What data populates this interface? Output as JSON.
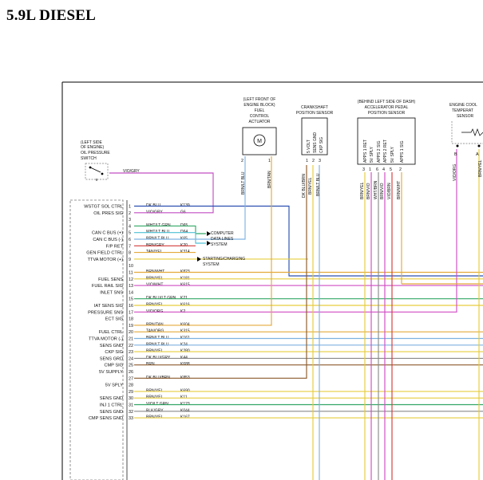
{
  "title": "5.9L DIESEL",
  "colors": {
    "dk_blu": "#2a4fb0",
    "vio_gry": "#c24fc2",
    "green_data": "#33a866",
    "cyan_data": "#4fc1d6",
    "orange": "#e3a93a",
    "yellow": "#e6cc3c",
    "brown": "#8b5a2b",
    "lt_blue": "#7fb2e0",
    "magenta": "#d04cc4",
    "red": "#d63b3b",
    "gray": "#8a8a8a",
    "black": "#000000"
  },
  "components": {
    "oil_switch": {
      "l1": "(LEFT SIDE",
      "l2": "OF ENGINE)",
      "l3": "OIL PRESSURE",
      "l4": "SWITCH",
      "wire": "VIO/GRY"
    },
    "fuel_actuator": {
      "l1": "(LEFT FRONT OF",
      "l2": "ENGINE BLOCK)",
      "l3": "FUEL",
      "l4": "CONTROL",
      "l5": "ACTUATOR",
      "w1": "BRN/LT BLU",
      "w2": "BRN/TAN",
      "p1": "2",
      "p2": "1"
    },
    "crank_sensor": {
      "l1": "CRANKSHAFT",
      "l2": "POSITION SENSOR",
      "pins": [
        "5 VOLT",
        "SENS GND",
        "CKP SIG"
      ],
      "nums": [
        "1",
        "2",
        "3"
      ],
      "wires": [
        "DK BLU/BRN",
        "BRN/YEL",
        "BRN/LT BLU"
      ]
    },
    "accel_sensor": {
      "l1": "(BEHIND LEFT SIDE OF DASH)",
      "l2": "ACCELERATOR PEDAL",
      "l3": "POSITION SENSOR",
      "pins": [
        "APPS 1 RET",
        "5V SPLY",
        "APPS 2 SIG",
        "APPS 2 RET",
        "5V SPLY",
        "APPS 1 SIG"
      ],
      "nums": [
        "3",
        "1",
        "6",
        "4",
        "5",
        "2"
      ],
      "wires": [
        "BRN/YEL",
        "BRN/VIO",
        "WHT/BRN",
        "BRN/VIO",
        "VIO/BRN",
        "BRN/WHT"
      ]
    },
    "temp_sensor": {
      "l1": "ENGINE COOL",
      "l2": "TEMPERAT",
      "l3": "SENSOR",
      "pin_b": "B",
      "pin_a": "A",
      "w1": "VIO/ORG",
      "w2": "BRN/YEL"
    }
  },
  "notes": {
    "computer_data": [
      "COMPUTER",
      "DATA LINES",
      "SYSTEM"
    ],
    "starting_charging": [
      "STARTING/CHARGING",
      "SYSTEM"
    ]
  },
  "pins": [
    {
      "n": "1",
      "label": "WSTGT SOL CTRL",
      "wire": "DK BLU",
      "circuit": "K139"
    },
    {
      "n": "2",
      "label": "OIL PRES SIG",
      "wire": "VIO/GRY",
      "circuit": "G6"
    },
    {
      "n": "3",
      "label": "",
      "wire": "",
      "circuit": ""
    },
    {
      "n": "4",
      "label": "",
      "wire": "WHT/LT GRN",
      "circuit": "D65"
    },
    {
      "n": "5",
      "label": "CAN C BUS (+)",
      "wire": "WHT/LT BLU",
      "circuit": "D64"
    },
    {
      "n": "6",
      "label": "CAN C BUS (-)",
      "wire": "BRN/LT BLU",
      "circuit": "K65"
    },
    {
      "n": "7",
      "label": "F/P RET",
      "wire": "BRN/GRY",
      "circuit": "K20"
    },
    {
      "n": "8",
      "label": "GEN FIELD CTRL",
      "wire": "TAN/YEL",
      "circuit": "K314"
    },
    {
      "n": "9",
      "label": "TTVA MOTOR (+)",
      "wire": "",
      "circuit": ""
    },
    {
      "n": "10",
      "label": "",
      "wire": "",
      "circuit": ""
    },
    {
      "n": "11",
      "label": "",
      "wire": "BRN/WHT",
      "circuit": "K823"
    },
    {
      "n": "12",
      "label": "FUEL SENS",
      "wire": "BRN/YEL",
      "circuit": "K181"
    },
    {
      "n": "13",
      "label": "FUEL RAIL SIG",
      "wire": "VIO/WHT",
      "circuit": "K615"
    },
    {
      "n": "14",
      "label": "INLET SNS",
      "wire": "",
      "circuit": ""
    },
    {
      "n": "15",
      "label": "",
      "wire": "DK BLU/LT GRN",
      "circuit": "K21"
    },
    {
      "n": "16",
      "label": "IAT SENS SIG",
      "wire": "BRN/YEL",
      "circuit": "K616"
    },
    {
      "n": "17",
      "label": "PRESSURE SNS",
      "wire": "VIO/ORG",
      "circuit": "K2"
    },
    {
      "n": "18",
      "label": "ECT SIG",
      "wire": "",
      "circuit": ""
    },
    {
      "n": "19",
      "label": "",
      "wire": "BRN/TAN",
      "circuit": "K604"
    },
    {
      "n": "20",
      "label": "FUEL CTRL",
      "wire": "TAN/ORG",
      "circuit": "K315"
    },
    {
      "n": "21",
      "label": "TTVA MOTOR (-)",
      "wire": "BRN/LT BLU",
      "circuit": "K161"
    },
    {
      "n": "22",
      "label": "SENS GND",
      "wire": "BRN/LT BLU",
      "circuit": "K24"
    },
    {
      "n": "23",
      "label": "CKP SIG",
      "wire": "BRN/YEL",
      "circuit": "K280"
    },
    {
      "n": "24",
      "label": "SENS GRD",
      "wire": "DK BLU/GRY",
      "circuit": "K44"
    },
    {
      "n": "25",
      "label": "CMP SIG",
      "wire": "BRN",
      "circuit": "K688"
    },
    {
      "n": "26",
      "label": "5V SUPPLY",
      "wire": "",
      "circuit": ""
    },
    {
      "n": "27",
      "label": "",
      "wire": "DK BLU/BRN",
      "circuit": "K853"
    },
    {
      "n": "28",
      "label": "5V SPLY",
      "wire": "",
      "circuit": ""
    },
    {
      "n": "29",
      "label": "",
      "wire": "BRN/YEL",
      "circuit": "K690"
    },
    {
      "n": "30",
      "label": "SENS GND",
      "wire": "BRN/YEL",
      "circuit": "K11"
    },
    {
      "n": "31",
      "label": "INJ 1 CTRL",
      "wire": "VIO/LT GRN",
      "circuit": "K123"
    },
    {
      "n": "32",
      "label": "SENS GND",
      "wire": "BLK/GRY",
      "circuit": "K044"
    },
    {
      "n": "33",
      "label": "CMP SENS GND",
      "wire": "BRN/YEL",
      "circuit": "K167"
    }
  ]
}
